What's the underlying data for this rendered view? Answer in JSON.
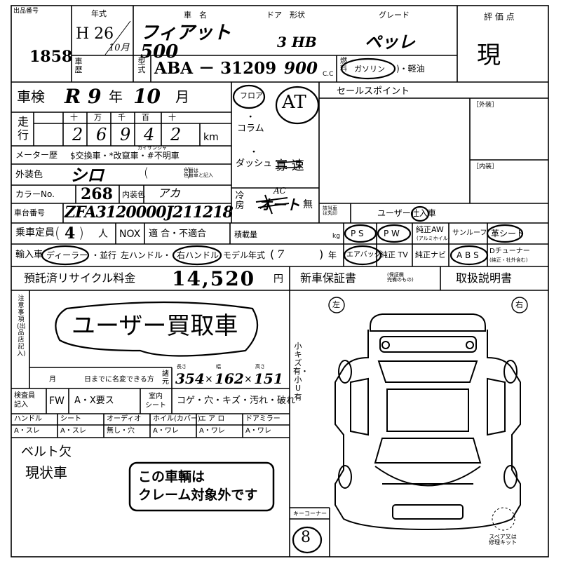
{
  "header": {
    "lot_label": "出品番号",
    "lot_number": "1858",
    "year_label": "年式",
    "year_era": "H 26",
    "year_month": "10月",
    "name_label": "車　名",
    "door_label": "ドア　形状",
    "grade_label": "グレード",
    "score_label": "評 価 点",
    "name_value": "フィアット 500",
    "door_value": "3 HB",
    "grade_value": "ペッレ",
    "score_value": "現",
    "history_label": "車歴",
    "model_label": "型式",
    "model_value": "ABA － 31209",
    "displacement_value": "900",
    "cc_unit": "C.C",
    "fuel_label": "燃料",
    "fuel_gasoline": "ガソリン",
    "fuel_diesel": ")・軽油"
  },
  "shaken": {
    "label": "車検",
    "era": "R 9",
    "year_unit": "年",
    "month": "10",
    "month_unit": "月"
  },
  "mileage": {
    "label": "走行",
    "units": [
      "十",
      "万",
      "千",
      "百",
      "十"
    ],
    "digits": [
      "2",
      "6",
      "9",
      "4",
      "2"
    ],
    "km": "km"
  },
  "meter": {
    "label": "メーター歴",
    "options": "$交換車・*改竄車・#不明車",
    "ruby": "カイザンシャ"
  },
  "color": {
    "label": "外装色",
    "value": "シロ",
    "note": "色替は\n色替車と記入",
    "color_no_label": "カラーNo.",
    "color_no": "268",
    "interior_label": "内装色",
    "interior_value": "アカ"
  },
  "chassis": {
    "label": "車台番号",
    "value": "ZFA3120000J211218"
  },
  "shift": {
    "floor": "フロア",
    "at": "AT",
    "column": "・\nコラム",
    "dash": "・\nダッシュ",
    "mt_lines": "寡 速"
  },
  "ac": {
    "label": "冷房",
    "written": "AC",
    "value": "オート",
    "none": "無"
  },
  "sales": {
    "title": "セールスポイント",
    "exterior": "［外装］",
    "interior": "［内装］",
    "applicable": "該当車\nは丸印",
    "one_owner": "ユーザー仕入車"
  },
  "row_capacity": {
    "label": "乗車定員",
    "value": "4",
    "unit": "人",
    "nox": "NOX",
    "nox_options": "適 合・不適合",
    "cargo": "積載量",
    "kg": "kg",
    "ps": "P S",
    "pw": "P W",
    "aw": "純正AW",
    "aw_sub": "(アルミホイル)",
    "sunroof": "サンルーフ",
    "leather": "革シート"
  },
  "row_import": {
    "label": "輸入車",
    "dealer": "ディーラー",
    "parallel": "・並行",
    "left": "左ハンドル・",
    "right": "右ハンドル",
    "model_year": "モデル年式",
    "model_year_value": "7",
    "year_unit": "年",
    "airbag": "エアバッグ",
    "tv": "純正 TV",
    "navi": "純正ナビ",
    "abs": "A B S",
    "dtuner": "Dチューナー",
    "dtuner_sub": "(純正・社外含む)"
  },
  "recycle": {
    "label": "預託済リサイクル料金",
    "value": "14,520",
    "unit": "円"
  },
  "warranty": {
    "label": "新車保証書",
    "sub": "(保証欄\n完備のもの)",
    "manual": "取扱説明書"
  },
  "notes": {
    "side_label": "注意事項(出品店記入)",
    "text": "ユーザー買取車",
    "month_unit": "月",
    "deadline": "日までに名変できる方",
    "dims_label": "諸元",
    "len_label": "長さ",
    "wid_label": "幅",
    "hgt_label": "高さ",
    "length": "354",
    "width": "162",
    "height": "151",
    "times": "×"
  },
  "inspection": {
    "label": "検査員\n記入",
    "fw": "FW",
    "fw_options": "A・X要ス",
    "room_seat": "室内\nシート",
    "seat_options": "コゲ・穴・キズ・汚れ・破れ",
    "grid_headers": [
      "ハンドル",
      "シート",
      "オーディオ",
      "ホイル(カバー)",
      "エ ア ロ",
      "ドアミラー"
    ],
    "grid_values": [
      "A・スレ",
      "A・スレ",
      "無し・穴",
      "A・ワレ",
      "A・ワレ",
      "A・ワレ"
    ]
  },
  "remarks": {
    "line1": "ベルト欠",
    "line2": "現状車",
    "stamp": "この車輌は\nクレーム対象外です"
  },
  "diagram": {
    "left": "左",
    "right": "右",
    "legend": "小キズ有・小U有",
    "key_label": "キーコーナー",
    "key_value": "8",
    "spare": "スペア又は\n修理キット"
  }
}
